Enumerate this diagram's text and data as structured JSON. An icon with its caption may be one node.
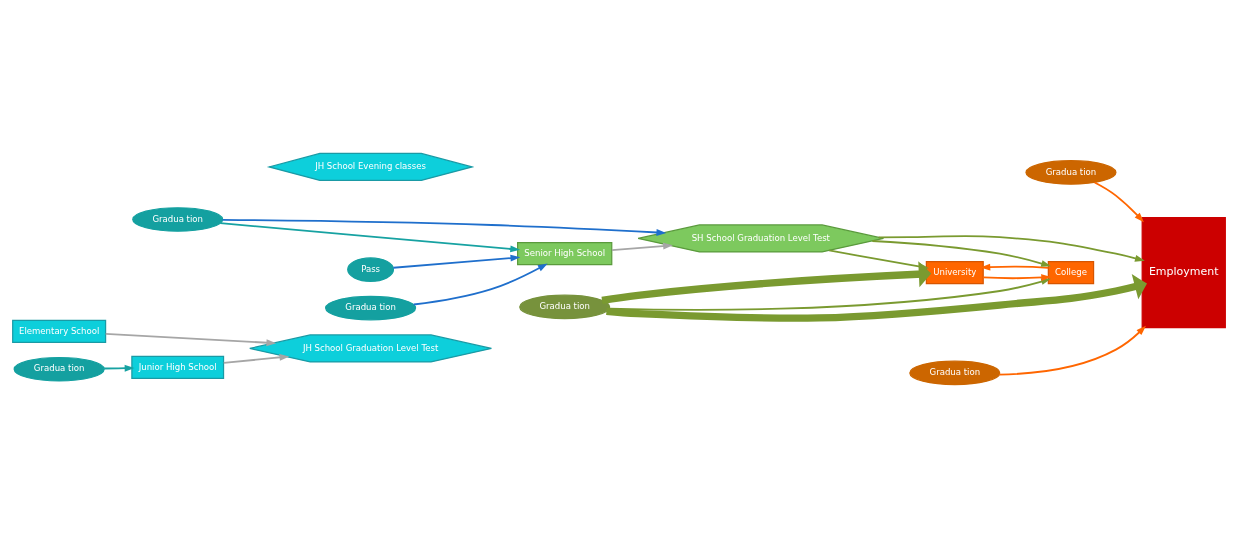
{
  "diagram": {
    "nodes": [
      {
        "text": [
          "Elementary School"
        ]
      },
      {
        "text": [
          "Gradua tion"
        ]
      },
      {
        "text": [
          "Junior High School"
        ]
      },
      {
        "text": [
          "Gradua tion"
        ]
      },
      {
        "text": [
          "Senior High School"
        ]
      },
      {
        "text": [
          "Gradua tion"
        ]
      },
      {
        "text": [
          "University"
        ]
      },
      {
        "text": [
          "Gradua tion"
        ]
      },
      {
        "text": [
          "College"
        ]
      },
      {
        "text": [
          "Gradua tion"
        ]
      },
      {
        "text": [
          "Employment"
        ]
      },
      {
        "text": [
          "JH School Graduation Level Test"
        ]
      },
      {
        "text": [
          "Pass"
        ]
      },
      {
        "text": [
          "JH School Evening classes"
        ]
      },
      {
        "text": [
          "Gradua tion"
        ]
      },
      {
        "text": [
          "SH School Graduation Level Test"
        ]
      }
    ],
    "edges": [
      {
        "from": 1,
        "to": 2,
        "arrow": "to",
        "color": "#17a2a2"
      },
      {
        "from": 0,
        "to": 11,
        "arrow": "to",
        "color": "#a6a6a6"
      },
      {
        "from": 2,
        "to": 11,
        "arrow": "to",
        "color": "#a6a6a6"
      },
      {
        "from": 3,
        "to": 4,
        "arrow": "to",
        "color": "#17a2a2"
      },
      {
        "from": 3,
        "to": 15,
        "arrow": "to",
        "color": "#1f6fcc"
      },
      {
        "from": 12,
        "to": 4,
        "arrow": "to",
        "color": "#1f6fcc"
      },
      {
        "from": 14,
        "to": 4,
        "arrow": "to",
        "color": "#1f6fcc"
      },
      {
        "from": 4,
        "to": 15,
        "arrow": "to",
        "color": "#a6a6a6"
      },
      {
        "from": 5,
        "to": 6,
        "arrow": "to",
        "style": "thick"
      },
      {
        "from": 5,
        "to": 8,
        "arrow": "to"
      },
      {
        "from": 5,
        "to": 10,
        "arrow": "to",
        "style": "thick"
      },
      {
        "from": 6,
        "to": 8,
        "arrow": "to",
        "color": "#ff6600"
      },
      {
        "from": 8,
        "to": 6,
        "arrow": "to",
        "color": "#ff6600"
      },
      {
        "from": 7,
        "to": 10,
        "arrow": "to",
        "color": "#ff6600"
      },
      {
        "from": 9,
        "to": 10,
        "arrow": "to",
        "color": "#ff6600"
      },
      {
        "from": 15,
        "to": 6,
        "arrow": "to"
      },
      {
        "from": 15,
        "to": 8,
        "arrow": "to"
      },
      {
        "from": 15,
        "to": 10,
        "arrow": "to"
      }
    ]
  }
}
